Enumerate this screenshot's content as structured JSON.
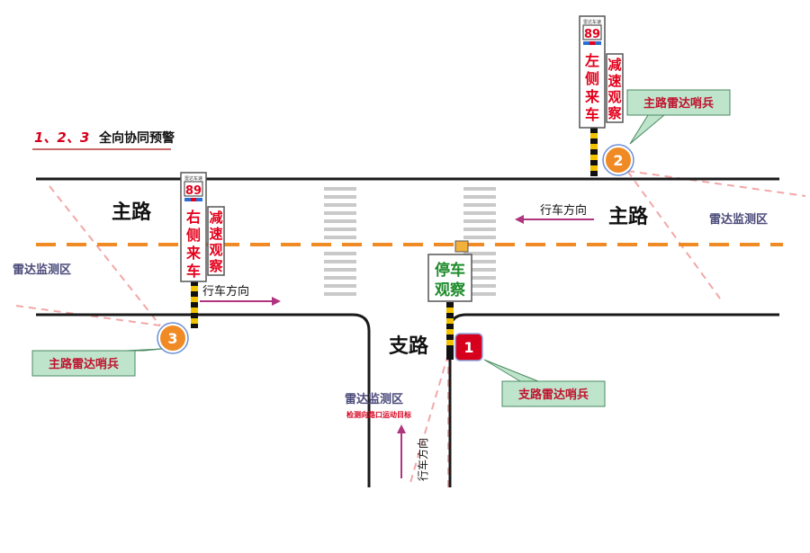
{
  "title": {
    "numbers": "1、2、3",
    "text": "全向协同预警"
  },
  "colors": {
    "road_line": "#1a1a1a",
    "center_dash": "#f08a24",
    "radar_zone": "#f2a7a7",
    "arrow": "#b0357f",
    "callout_fill": "#bfe4cc",
    "callout_text": "#c0112c",
    "badge_orange": "#f08a24",
    "badge_red": "#d6001c",
    "sign_text_red": "#e3001b",
    "sign_text_green": "#1e8c2b",
    "label_blue": "#4a4a7a"
  },
  "roads": {
    "main_road_left": "主路",
    "main_road_right": "主路",
    "branch_road": "支路"
  },
  "directions": {
    "main_bottom": "行车方向",
    "main_top": "行车方向",
    "branch": "行车方向"
  },
  "zones": {
    "left": "雷达监测区",
    "right": "雷达监测区",
    "branch": "雷达监测区",
    "branch_note": "检测向路口运动目标"
  },
  "signs": {
    "sign2": {
      "header": "雷达车速",
      "speed": "89",
      "main_text": "左侧来车",
      "side_text": "减速观察"
    },
    "sign3": {
      "header": "雷达车速",
      "speed": "89",
      "main_text": "右侧来车",
      "side_text": "减速观察"
    },
    "sign1": {
      "text_line1": "停车",
      "text_line2": "观察"
    }
  },
  "badges": {
    "b1": "1",
    "b2": "2",
    "b3": "3"
  },
  "callouts": {
    "c2": "主路雷达哨兵",
    "c3": "主路雷达哨兵",
    "c1": "支路雷达哨兵"
  }
}
